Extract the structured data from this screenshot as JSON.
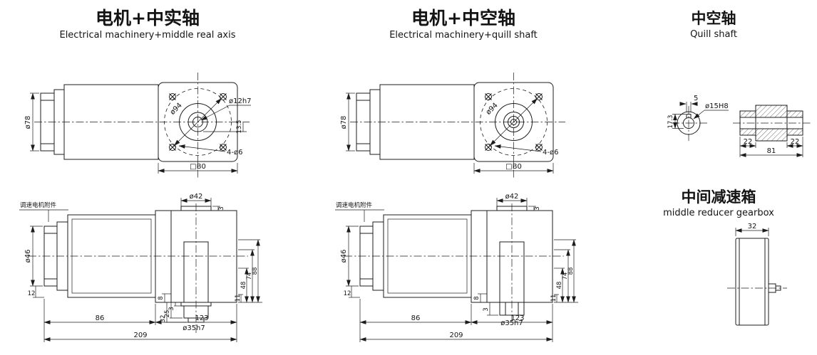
{
  "page": {
    "background": "#ffffff",
    "line_color": "#1c1c1c"
  },
  "col1": {
    "title": "电机+中实轴",
    "subtitle": "Electrical machinery+middle real axis",
    "top": {
      "d78": "ø78",
      "d94": "ø94",
      "d12": "ø12h7",
      "d135": "13.5",
      "holes": "4-ø6",
      "flange": "□B0"
    },
    "side": {
      "note": "调速电机附件",
      "d46": "ø46",
      "d42": "ø42",
      "t3": "3",
      "h88": "88",
      "h74": "74",
      "h48": "48",
      "h11": "11",
      "h8": "8",
      "w12": "12",
      "s3": "3",
      "s25": "25",
      "s32": "32",
      "d35": "ø35h7",
      "l86": "86",
      "l123": "123",
      "l209": "209"
    }
  },
  "col2": {
    "title": "电机+中空轴",
    "subtitle": "Electrical machinery+quill shaft",
    "top": {
      "d78": "ø78",
      "d94": "ø94",
      "holes": "4-ø6",
      "flange": "□B0"
    },
    "side": {
      "note": "调速电机附件",
      "d46": "ø46",
      "d42": "ø42",
      "t3": "3",
      "h88": "88",
      "h74": "74",
      "h48": "48",
      "h11": "11",
      "h8": "8",
      "w12": "12",
      "s3": "3",
      "d35": "ø35h7",
      "l86": "86",
      "l123": "123",
      "l209": "209"
    }
  },
  "col3": {
    "quill": {
      "title": "中空轴",
      "subtitle": "Quill shaft",
      "key5": "5",
      "d15": "ø15H8",
      "h173": "17.3",
      "l22a": "22",
      "l81": "81",
      "l22b": "22"
    },
    "reducer": {
      "title": "中间减速箱",
      "subtitle": "middle reducer gearbox",
      "w32": "32"
    }
  }
}
